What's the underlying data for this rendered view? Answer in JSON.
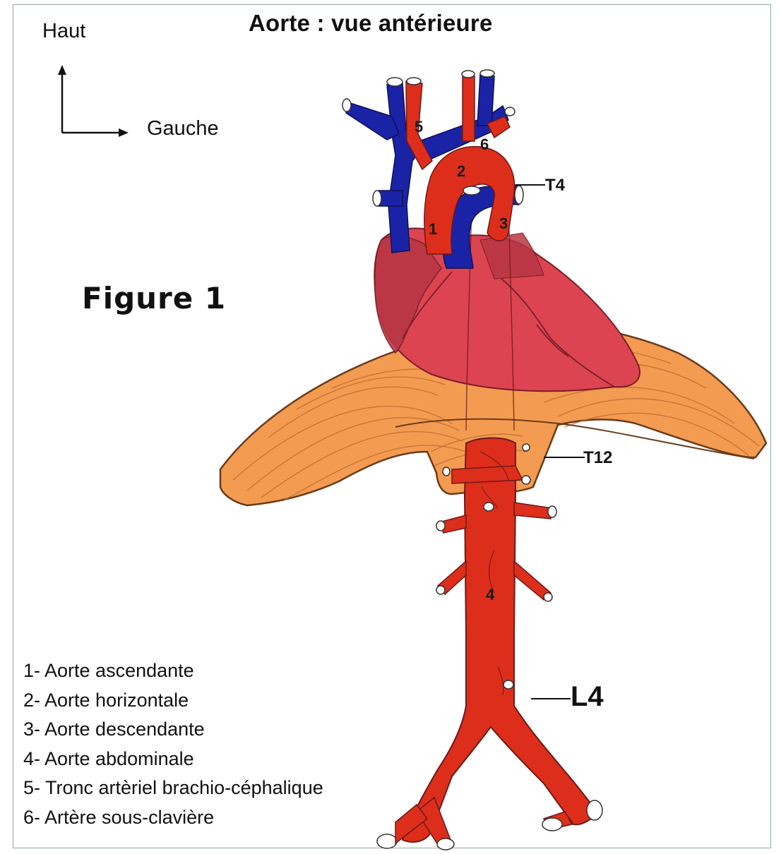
{
  "title": "Aorte :  vue antérieure",
  "orientation": {
    "up": "Haut",
    "left": "Gauche"
  },
  "figure_label": "Figure 1",
  "levels": {
    "t4": "T4",
    "t12": "T12",
    "l4": "L4"
  },
  "numbers": [
    "1",
    "2",
    "3",
    "4",
    "5",
    "6"
  ],
  "legend": [
    "1- Aorte ascendante",
    "2- Aorte horizontale",
    "3- Aorte descendante",
    "4- Aorte abdominale",
    "5- Tronc artèriel brachio-céphalique",
    "6- Artère sous-clavière"
  ],
  "colors": {
    "artery": "#dd2e1b",
    "vein": "#1a23a6",
    "heart": "#dc4452",
    "diaphragm": "#f49b52"
  }
}
